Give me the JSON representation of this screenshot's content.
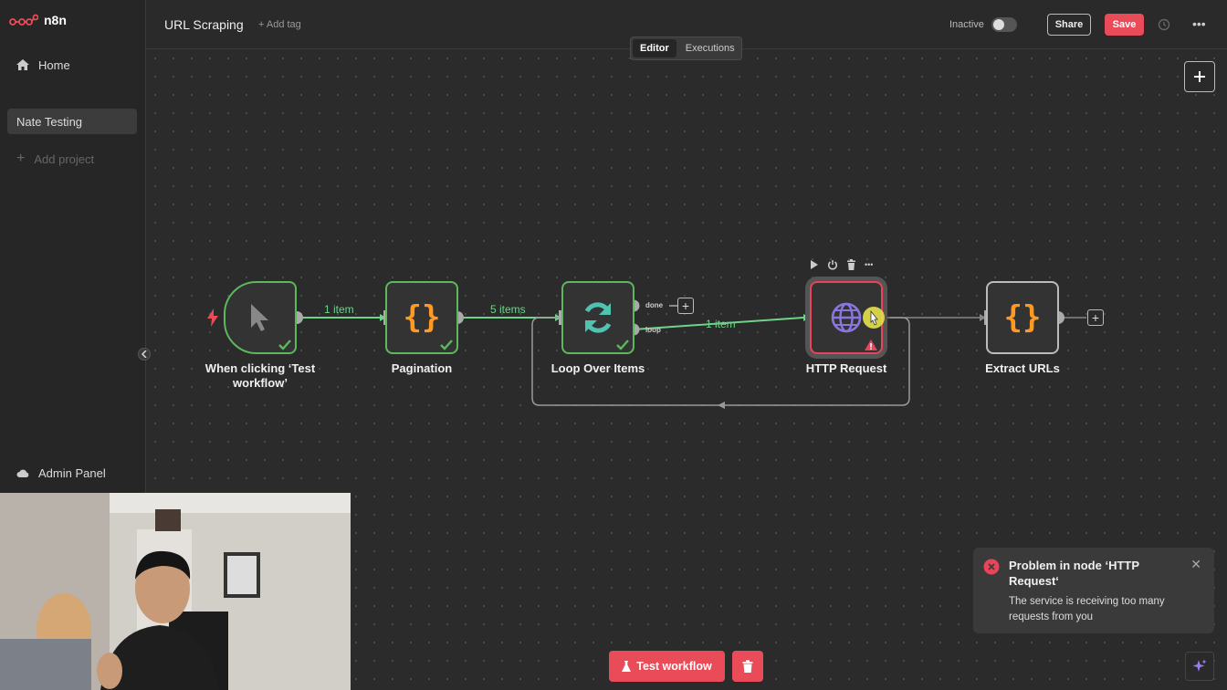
{
  "app": {
    "name": "n8n"
  },
  "sidebar": {
    "home_label": "Home",
    "project_label": "Nate Testing",
    "add_project_label": "Add project",
    "admin_label": "Admin Panel"
  },
  "header": {
    "workflow_title": "URL Scraping",
    "add_tag_label": "+ Add tag",
    "status_label": "Inactive",
    "active": false,
    "share_label": "Share",
    "save_label": "Save",
    "tabs": [
      {
        "label": "Editor",
        "active": true
      },
      {
        "label": "Executions",
        "active": false
      }
    ]
  },
  "nodes": [
    {
      "label": "When clicking ‘Test workflow’",
      "icon": "cursor-icon",
      "status": "success"
    },
    {
      "label": "Pagination",
      "icon": "code-braces-icon",
      "status": "success"
    },
    {
      "label": "Loop Over Items",
      "icon": "loop-arrows-icon",
      "status": "success"
    },
    {
      "label": "HTTP Request",
      "icon": "globe-icon",
      "status": "error"
    },
    {
      "label": "Extract URLs",
      "icon": "code-braces-icon",
      "status": "idle"
    }
  ],
  "edges": {
    "trigger_to_pagination": "1 item",
    "pagination_to_loop": "5 items",
    "loop_to_http": "1 item",
    "loop_ports": {
      "done": "done",
      "loop": "loop"
    }
  },
  "toast": {
    "title": "Problem in node ‘HTTP Request‘",
    "message": "The service is receiving too many requests from you"
  },
  "footer": {
    "test_workflow_label": "Test workflow"
  },
  "colors": {
    "accent": "#ea4b58",
    "success": "#5cb85c",
    "error": "#e8445a",
    "code_icon": "#ff9922",
    "globe_icon": "#8b76e0"
  }
}
